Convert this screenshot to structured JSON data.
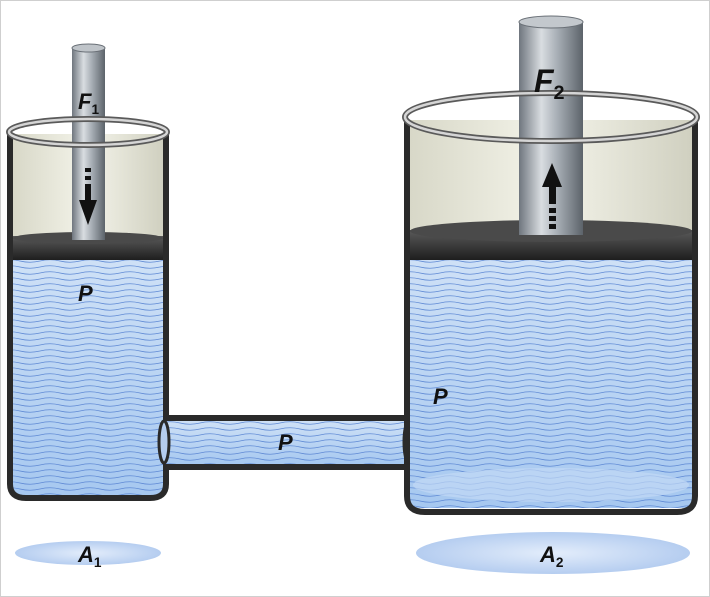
{
  "labels": {
    "force_small": "F",
    "force_small_sub": "1",
    "force_large": "F",
    "force_large_sub": "2",
    "pressure_left": "P",
    "pressure_pipe": "P",
    "pressure_right": "P",
    "area_small": "A",
    "area_small_sub": "1",
    "area_large": "A",
    "area_large_sub": "2"
  },
  "colors": {
    "fluid": "#9ec4ee",
    "fluid_line": "#5d88d4",
    "wall": "#2a2a2a",
    "glass": "#efefe4",
    "piston": "#3a3a3a",
    "rod": "#a9b0b8",
    "area_ellipse": "#bcd2f1"
  },
  "arrows": {
    "small_direction": "down",
    "large_direction": "up"
  }
}
